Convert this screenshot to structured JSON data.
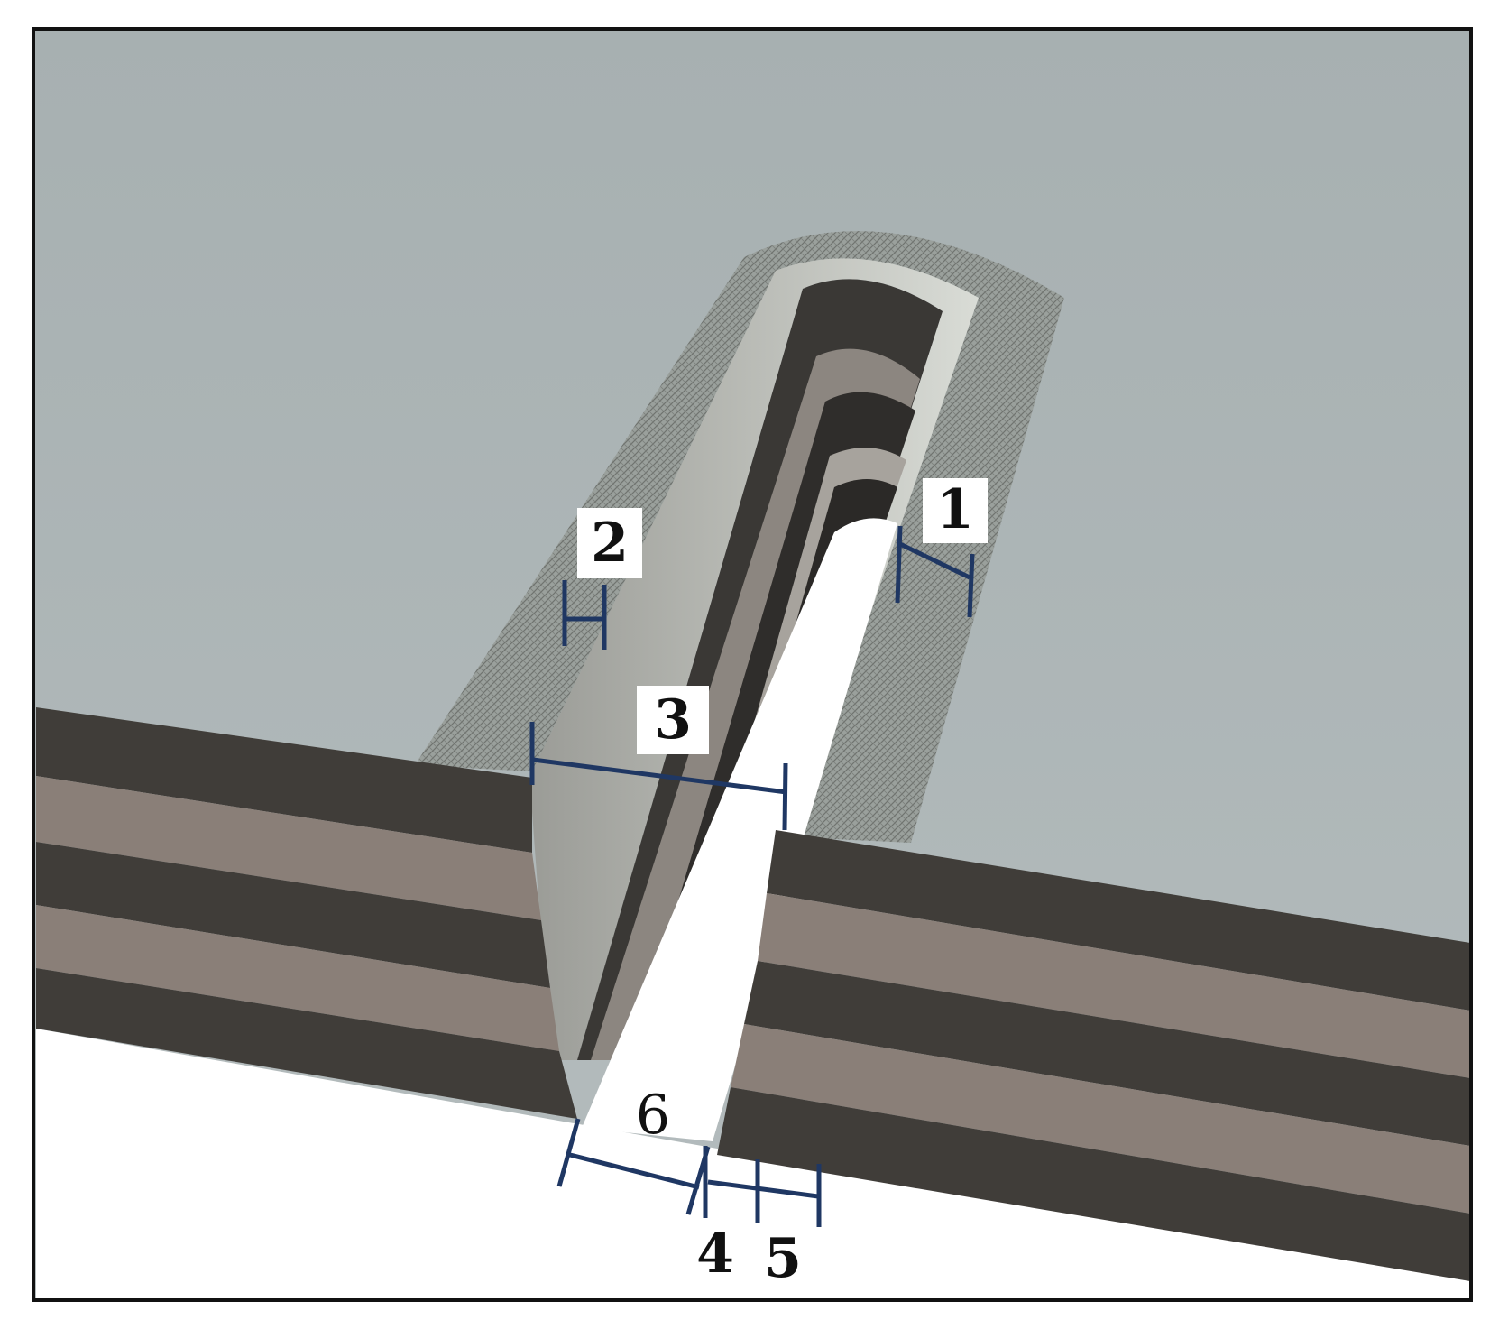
{
  "labels": {
    "l1": "1",
    "l2": "2",
    "l3": "3",
    "l4": "4",
    "l5": "5",
    "l6": "6"
  },
  "colors": {
    "surface": "#a9b2b3",
    "dark_layer": "#403d39",
    "light_layer": "#8a7f78",
    "hatch_band": "#8f9591",
    "inner_wall": "#d8dbd6",
    "trench_dark": "#3a3835",
    "gap_fill": "#ffffff",
    "dimension": "#1f3763",
    "frame": "#111111"
  },
  "icons": {
    "dimension_marker": "dimension-marker-icon"
  }
}
